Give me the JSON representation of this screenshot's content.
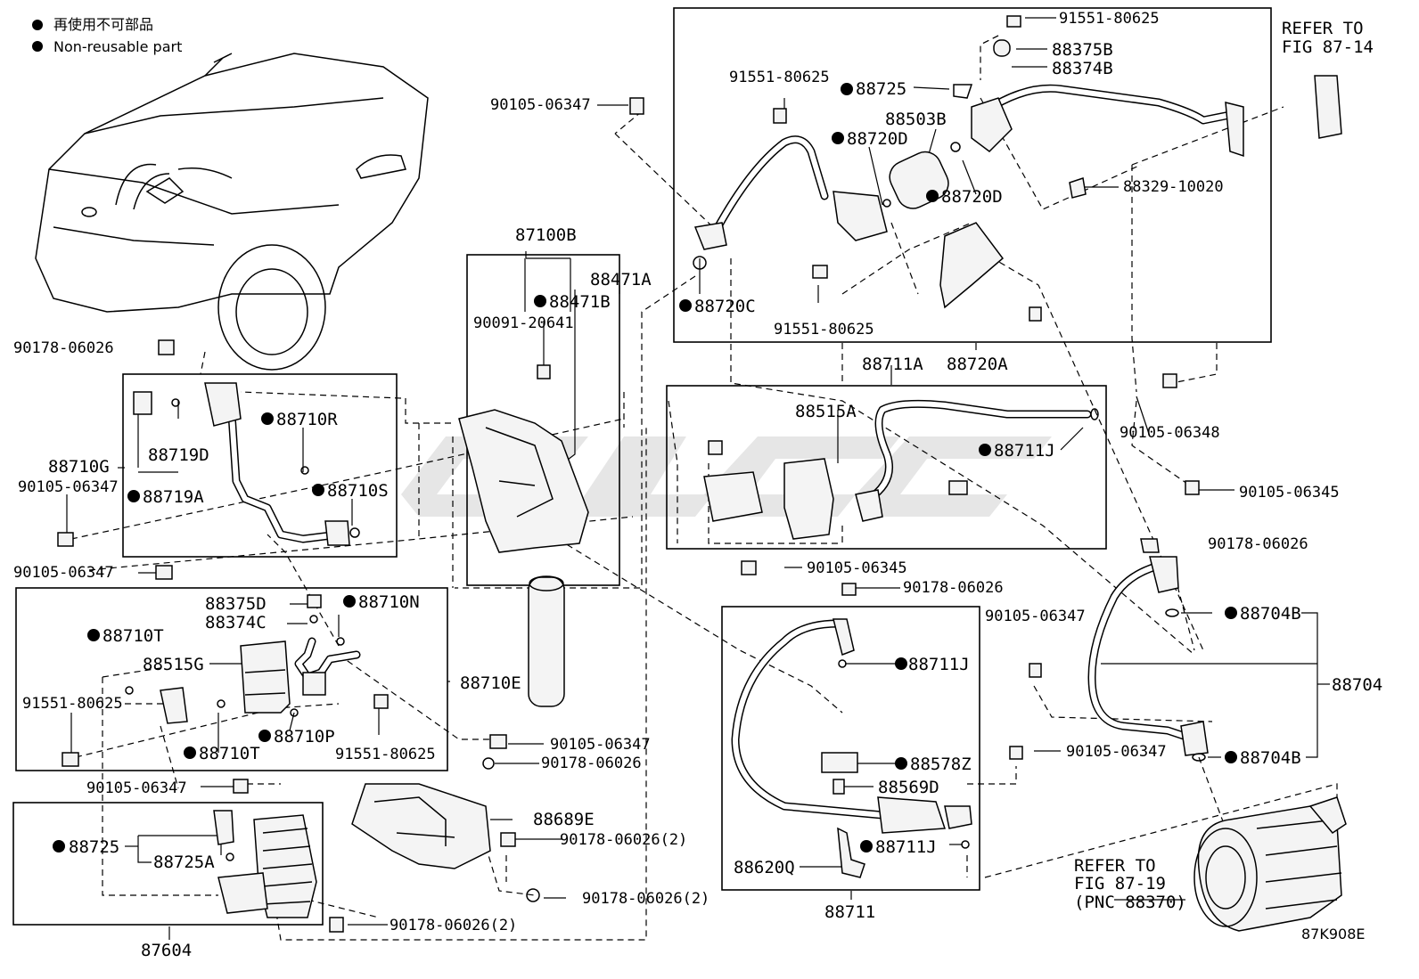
{
  "legend": {
    "line_jp": "再使用不可部品",
    "line_en": "Non-reusable part"
  },
  "refer_top": {
    "line1": "REFER TO",
    "line2": "FIG 87-14"
  },
  "refer_bottom": {
    "line1": "REFER TO",
    "line2": "FIG 87-19",
    "line3": "(PNC 88370)"
  },
  "diagram_code": "87K908E",
  "labels": {
    "l_91551_80625_a": "91551-80625",
    "l_88375B": "88375B",
    "l_88374B": "88374B",
    "l_91551_80625_b": "91551-80625",
    "l_88725_top": "88725",
    "l_88503B": "88503B",
    "l_88720D_a": "88720D",
    "l_88720D_b": "88720D",
    "l_88329_10020": "88329-10020",
    "l_90105_06347_top": "90105-06347",
    "l_88720C": "88720C",
    "l_91551_80625_c": "91551-80625",
    "l_88720A": "88720A",
    "l_87100B": "87100B",
    "l_88471A": "88471A",
    "l_88471B": "88471B",
    "l_90091_20641": "90091-20641",
    "l_88711A": "88711A",
    "l_88515A": "88515A",
    "l_88711J_a": "88711J",
    "l_90105_06348": "90105-06348",
    "l_90105_06345_a": "90105-06345",
    "l_90105_06345_b": "90105-06345",
    "l_90178_06026_a": "90178-06026",
    "l_88710R": "88710R",
    "l_88719D": "88719D",
    "l_88710G": "88710G",
    "l_90105_06347_l1": "90105-06347",
    "l_88719A": "88719A",
    "l_88710S": "88710S",
    "l_90105_06347_l2": "90105-06347",
    "l_90178_06026_b": "90178-06026",
    "l_90178_06026_c": "90178-06026",
    "l_88375D": "88375D",
    "l_88374C": "88374C",
    "l_88710N": "88710N",
    "l_88710T_a": "88710T",
    "l_88515G": "88515G",
    "l_88710E": "88710E",
    "l_91551_80625_d": "91551-80625",
    "l_88710P": "88710P",
    "l_88710T_b": "88710T",
    "l_91551_80625_e": "91551-80625",
    "l_90105_06347_m1": "90105-06347",
    "l_90178_06026_d": "90178-06026",
    "l_90105_06347_m2": "90105-06347",
    "l_90105_06347_r1": "90105-06347",
    "l_88711J_b": "88711J",
    "l_88704B_a": "88704B",
    "l_88704": "88704",
    "l_88704B_b": "88704B",
    "l_90105_06347_r2": "90105-06347",
    "l_88578Z": "88578Z",
    "l_88569D": "88569D",
    "l_88711J_c": "88711J",
    "l_88620Q": "88620Q",
    "l_88711": "88711",
    "l_88689E": "88689E",
    "l_90178_06026_2a": "90178-06026(2)",
    "l_90178_06026_2b": "90178-06026(2)",
    "l_90178_06026_2c": "90178-06026(2)",
    "l_88725_bot": "88725",
    "l_88725A": "88725A",
    "l_87604": "87604"
  }
}
